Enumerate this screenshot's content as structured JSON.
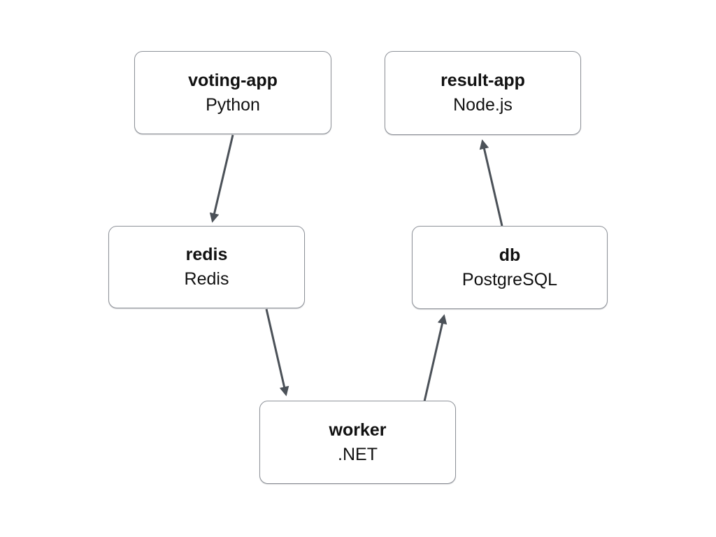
{
  "diagram": {
    "description": "Service architecture diagram with five nodes connected by arrows",
    "nodes": [
      {
        "id": "voting-app",
        "title": "voting-app",
        "subtitle": "Python"
      },
      {
        "id": "result-app",
        "title": "result-app",
        "subtitle": "Node.js"
      },
      {
        "id": "redis",
        "title": "redis",
        "subtitle": "Redis"
      },
      {
        "id": "db",
        "title": "db",
        "subtitle": "PostgreSQL"
      },
      {
        "id": "worker",
        "title": "worker",
        "subtitle": ".NET"
      }
    ],
    "edges": [
      {
        "from": "voting-app",
        "to": "redis"
      },
      {
        "from": "redis",
        "to": "worker"
      },
      {
        "from": "worker",
        "to": "db"
      },
      {
        "from": "db",
        "to": "result-app"
      }
    ],
    "colors": {
      "background": "#ffffff",
      "node_background": "#ffffff",
      "node_border": "#8e9299",
      "text": "#111111",
      "arrow": "#4b5158"
    }
  }
}
